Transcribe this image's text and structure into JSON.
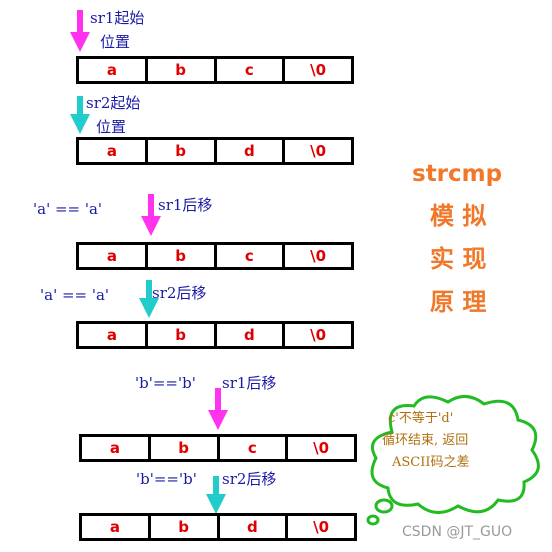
{
  "colors": {
    "magenta": "#ff33ee",
    "cyan": "#22cccc",
    "red": "#e00000",
    "blue": "#1a1aa6",
    "orange": "#f07828",
    "bubble_green": "#22bb22"
  },
  "step1": {
    "line1": "sr1起始",
    "line2": "位置",
    "cells": [
      "a",
      "b",
      "c",
      "\\0"
    ]
  },
  "step2": {
    "line1": "sr2起始",
    "line2": "位置",
    "cells": [
      "a",
      "b",
      "d",
      "\\0"
    ]
  },
  "step3": {
    "compare": "'a' == 'a'",
    "move": "sr1后移",
    "cells": [
      "a",
      "b",
      "c",
      "\\0"
    ]
  },
  "step4": {
    "compare": "'a' == 'a'",
    "move": "sr2后移",
    "cells": [
      "a",
      "b",
      "d",
      "\\0"
    ]
  },
  "step5": {
    "compare": "'b'=='b'",
    "move": "sr1后移",
    "cells": [
      "a",
      "b",
      "c",
      "\\0"
    ]
  },
  "step6": {
    "compare": "'b'=='b'",
    "move": "sr2后移",
    "cells": [
      "a",
      "b",
      "d",
      "\\0"
    ]
  },
  "side_title": {
    "word": "strcmp",
    "line1": "模 拟",
    "line2": "实 现",
    "line3": "原 理"
  },
  "bubble": {
    "line1": "c'不等于'd'",
    "line2": "循环结束, 返回",
    "line3": "ASCII码之差"
  },
  "watermark": "CSDN @JT_GUO"
}
